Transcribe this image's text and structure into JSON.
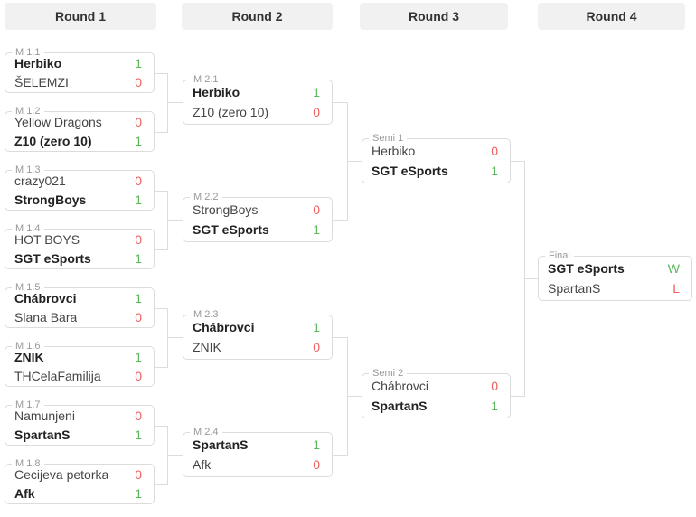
{
  "colors": {
    "win": "#5cb85c",
    "loss": "#ee5f5f",
    "line": "#dcdcdc",
    "label": "#999999",
    "header_bg": "#f1f1f1",
    "header_text": "#333333"
  },
  "rounds": [
    {
      "title": "Round 1",
      "matches": [
        {
          "label": "M 1.1",
          "teams": [
            {
              "name": "Herbiko",
              "score": "1",
              "winner": true
            },
            {
              "name": "ŠELEMZI",
              "score": "0",
              "winner": false
            }
          ]
        },
        {
          "label": "M 1.2",
          "teams": [
            {
              "name": "Yellow Dragons",
              "score": "0",
              "winner": false
            },
            {
              "name": "Z10 (zero 10)",
              "score": "1",
              "winner": true
            }
          ]
        },
        {
          "label": "M 1.3",
          "teams": [
            {
              "name": "crazy021",
              "score": "0",
              "winner": false
            },
            {
              "name": "StrongBoys",
              "score": "1",
              "winner": true
            }
          ]
        },
        {
          "label": "M 1.4",
          "teams": [
            {
              "name": "HOT BOYS",
              "score": "0",
              "winner": false
            },
            {
              "name": "SGT eSports",
              "score": "1",
              "winner": true
            }
          ]
        },
        {
          "label": "M 1.5",
          "teams": [
            {
              "name": "Chábrovci",
              "score": "1",
              "winner": true
            },
            {
              "name": "Slana Bara",
              "score": "0",
              "winner": false
            }
          ]
        },
        {
          "label": "M 1.6",
          "teams": [
            {
              "name": "ZNIK",
              "score": "1",
              "winner": true
            },
            {
              "name": "THCelaFamilija",
              "score": "0",
              "winner": false
            }
          ]
        },
        {
          "label": "M 1.7",
          "teams": [
            {
              "name": "Namunjeni",
              "score": "0",
              "winner": false
            },
            {
              "name": "SpartanS",
              "score": "1",
              "winner": true
            }
          ]
        },
        {
          "label": "M 1.8",
          "teams": [
            {
              "name": "Cecijeva petorka",
              "score": "0",
              "winner": false
            },
            {
              "name": "Afk",
              "score": "1",
              "winner": true
            }
          ]
        }
      ]
    },
    {
      "title": "Round 2",
      "matches": [
        {
          "label": "M 2.1",
          "teams": [
            {
              "name": "Herbiko",
              "score": "1",
              "winner": true
            },
            {
              "name": "Z10 (zero 10)",
              "score": "0",
              "winner": false
            }
          ]
        },
        {
          "label": "M 2.2",
          "teams": [
            {
              "name": "StrongBoys",
              "score": "0",
              "winner": false
            },
            {
              "name": "SGT eSports",
              "score": "1",
              "winner": true
            }
          ]
        },
        {
          "label": "M 2.3",
          "teams": [
            {
              "name": "Chábrovci",
              "score": "1",
              "winner": true
            },
            {
              "name": "ZNIK",
              "score": "0",
              "winner": false
            }
          ]
        },
        {
          "label": "M 2.4",
          "teams": [
            {
              "name": "SpartanS",
              "score": "1",
              "winner": true
            },
            {
              "name": "Afk",
              "score": "0",
              "winner": false
            }
          ]
        }
      ]
    },
    {
      "title": "Round 3",
      "matches": [
        {
          "label": "Semi 1",
          "teams": [
            {
              "name": "Herbiko",
              "score": "0",
              "winner": false
            },
            {
              "name": "SGT eSports",
              "score": "1",
              "winner": true
            }
          ]
        },
        {
          "label": "Semi 2",
          "teams": [
            {
              "name": "Chábrovci",
              "score": "0",
              "winner": false
            },
            {
              "name": "SpartanS",
              "score": "1",
              "winner": true
            }
          ]
        }
      ]
    },
    {
      "title": "Round 4",
      "matches": [
        {
          "label": "Final",
          "teams": [
            {
              "name": "SGT eSports",
              "score": "W",
              "winner": true
            },
            {
              "name": "SpartanS",
              "score": "L",
              "winner": false
            }
          ]
        }
      ]
    }
  ]
}
